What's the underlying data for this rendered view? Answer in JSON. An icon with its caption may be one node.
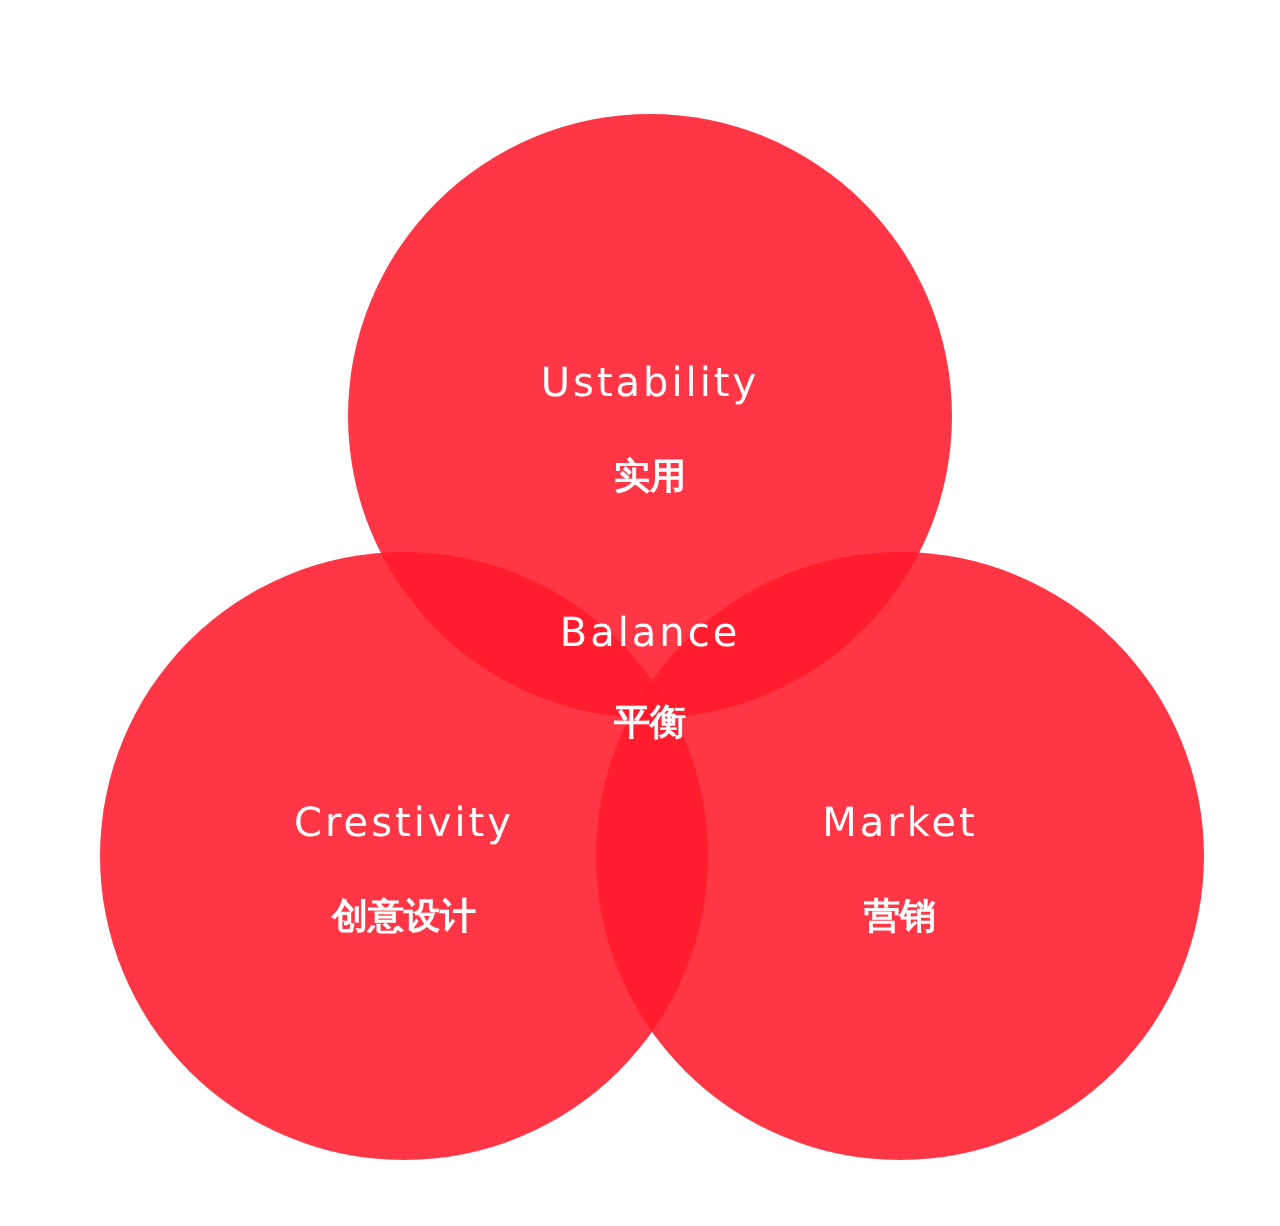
{
  "diagram": {
    "nodes": [
      {
        "text": [
          "Ustability",
          "实用"
        ]
      },
      {
        "text": [
          "Crestivity",
          "创意设计"
        ]
      },
      {
        "text": [
          "Market",
          "营销"
        ]
      }
    ],
    "edges": [],
    "labels": [
      "Balance",
      "平衡"
    ]
  }
}
